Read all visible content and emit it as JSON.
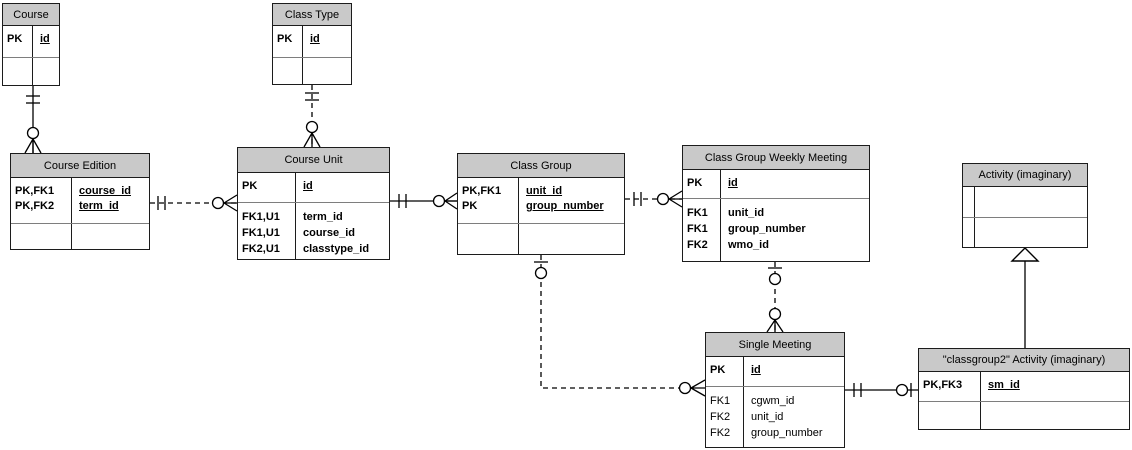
{
  "diagram": {
    "kind": "entity-relationship-diagram",
    "notation": "crow's foot"
  },
  "colors": {
    "background": "#ffffff",
    "entity_header_fill": "#c9c9c9",
    "entity_border": "#1c1c1c",
    "section_divider": "#7e7e7e",
    "relationship_line": "#000000"
  },
  "entities": {
    "course": {
      "title": "Course",
      "rows": [
        {
          "key": "PK",
          "field": "id"
        }
      ]
    },
    "class_type": {
      "title": "Class Type",
      "rows": [
        {
          "key": "PK",
          "field": "id"
        }
      ]
    },
    "course_edition": {
      "title": "Course Edition",
      "rows": [
        {
          "key": "PK,FK1",
          "field": "course_id"
        },
        {
          "key": "PK,FK2",
          "field": "term_id"
        }
      ]
    },
    "course_unit": {
      "title": "Course Unit",
      "rows": [
        {
          "key": "PK",
          "field": "id"
        }
      ],
      "attrs": [
        {
          "key": "FK1,U1",
          "field": "term_id"
        },
        {
          "key": "FK1,U1",
          "field": "course_id"
        },
        {
          "key": "FK2,U1",
          "field": "classtype_id"
        }
      ]
    },
    "class_group": {
      "title": "Class Group",
      "rows": [
        {
          "key": "PK,FK1",
          "field": "unit_id"
        },
        {
          "key": "PK",
          "field": "group_number"
        }
      ]
    },
    "class_group_weekly_meeting": {
      "title": "Class Group Weekly Meeting",
      "rows": [
        {
          "key": "PK",
          "field": "id"
        }
      ],
      "attrs": [
        {
          "key": "FK1",
          "field": "unit_id"
        },
        {
          "key": "FK1",
          "field": "group_number"
        },
        {
          "key": "FK2",
          "field": "wmo_id"
        }
      ]
    },
    "activity": {
      "title": "Activity (imaginary)"
    },
    "single_meeting": {
      "title": "Single Meeting",
      "rows": [
        {
          "key": "PK",
          "field": "id"
        }
      ],
      "attrs": [
        {
          "key": "FK1",
          "field": "cgwm_id"
        },
        {
          "key": "FK2",
          "field": "unit_id"
        },
        {
          "key": "FK2",
          "field": "group_number"
        }
      ]
    },
    "classgroup2_activity": {
      "title": "\"classgroup2\" Activity (imaginary)",
      "rows": [
        {
          "key": "PK,FK3",
          "field": "sm_id"
        }
      ]
    }
  },
  "relationships": [
    {
      "from": "Course",
      "to": "Course Edition",
      "from_cardinality": "exactly one",
      "to_cardinality": "zero or many",
      "line": "solid"
    },
    {
      "from": "Class Type",
      "to": "Course Unit",
      "from_cardinality": "exactly one",
      "to_cardinality": "zero or many",
      "line": "dashed"
    },
    {
      "from": "Course Edition",
      "to": "Course Unit",
      "from_cardinality": "exactly one",
      "to_cardinality": "zero or many",
      "line": "dashed"
    },
    {
      "from": "Course Unit",
      "to": "Class Group",
      "from_cardinality": "exactly one",
      "to_cardinality": "zero or many",
      "line": "solid"
    },
    {
      "from": "Class Group",
      "to": "Class Group Weekly Meeting",
      "from_cardinality": "exactly one",
      "to_cardinality": "zero or many",
      "line": "dashed"
    },
    {
      "from": "Class Group",
      "to": "Single Meeting",
      "from_cardinality": "zero or one",
      "to_cardinality": "zero or many",
      "line": "dashed"
    },
    {
      "from": "Class Group Weekly Meeting",
      "to": "Single Meeting",
      "from_cardinality": "zero or one",
      "to_cardinality": "zero or many",
      "line": "dashed"
    },
    {
      "from": "Single Meeting",
      "to": "\"classgroup2\" Activity (imaginary)",
      "from_cardinality": "exactly one",
      "to_cardinality": "zero or one",
      "line": "solid"
    },
    {
      "from": "\"classgroup2\" Activity (imaginary)",
      "to": "Activity (imaginary)",
      "type": "inheritance (hollow triangle)",
      "line": "solid"
    }
  ]
}
